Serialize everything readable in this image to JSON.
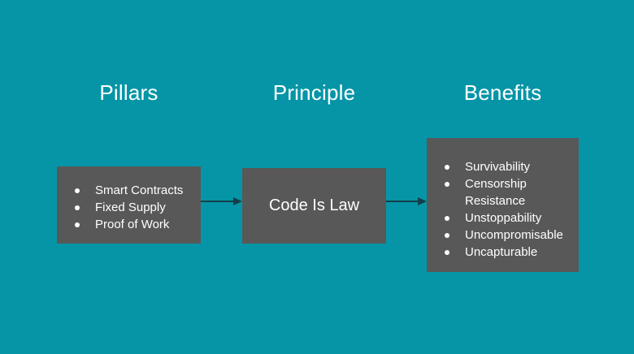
{
  "theme": {
    "background_color": "#0695a7",
    "box_color": "#585858",
    "text_color": "#ffffff",
    "arrow_color": "#12404a"
  },
  "columns": [
    {
      "title": "Pillars"
    },
    {
      "title": "Principle"
    },
    {
      "title": "Benefits"
    }
  ],
  "boxes": {
    "pillars": {
      "items": [
        "Smart Contracts",
        "Fixed Supply",
        "Proof of Work"
      ]
    },
    "principle": {
      "label": "Code Is Law"
    },
    "benefits": {
      "items": [
        "Survivability",
        "Censorship Resistance",
        "Unstoppability",
        "Uncompromisable",
        "Uncapturable"
      ]
    }
  },
  "connectors": [
    {
      "name": "pillars-to-principle",
      "icon": "arrow-right-icon"
    },
    {
      "name": "principle-to-benefits",
      "icon": "arrow-right-icon"
    }
  ]
}
